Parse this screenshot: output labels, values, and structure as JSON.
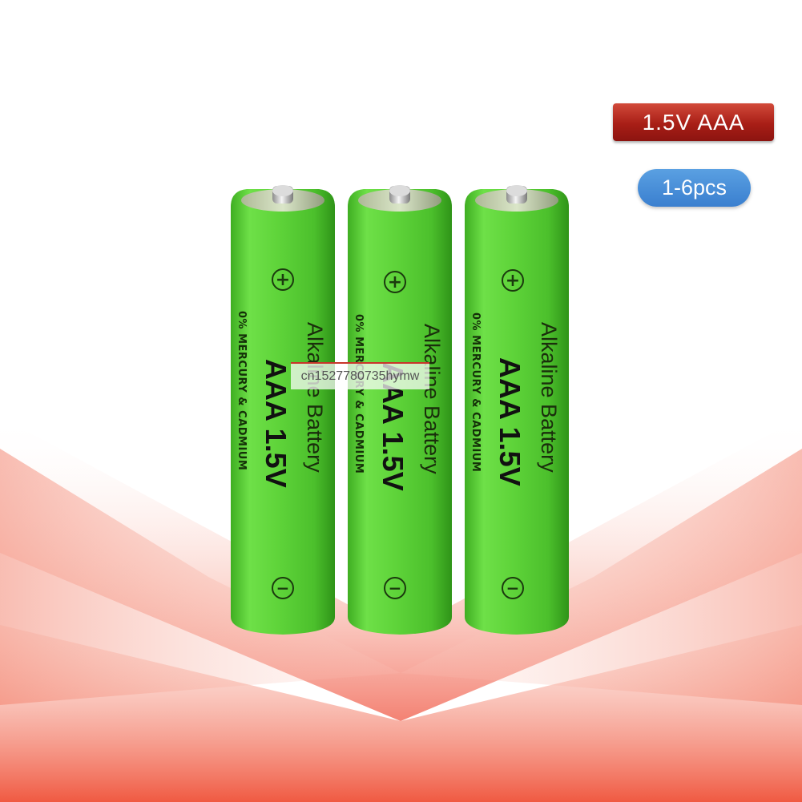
{
  "badges": {
    "voltage": "1.5V AAA",
    "quantity": "1-6pcs"
  },
  "watermark": "cn1527780735hymw",
  "batteries": [
    {
      "side_text": "Alkaline Battery",
      "size_text": "AAA  1.5V",
      "fine_print": "0% MERCURY & CADMIUM",
      "positive_symbol": "+",
      "negative_symbol": "−"
    },
    {
      "side_text": "Alkaline Battery",
      "size_text": "AAA  1.5V",
      "fine_print": "0% MERCURY & CADMIUM",
      "positive_symbol": "+",
      "negative_symbol": "−"
    },
    {
      "side_text": "Alkaline Battery",
      "size_text": "AAA  1.5V",
      "fine_print": "0% MERCURY & CADMIUM",
      "positive_symbol": "+",
      "negative_symbol": "−"
    }
  ],
  "colors": {
    "battery_green": "#5fd43a",
    "label_red": "#b5231a",
    "quantity_blue": "#4a90d9",
    "chevron_red": "#f0503c"
  }
}
